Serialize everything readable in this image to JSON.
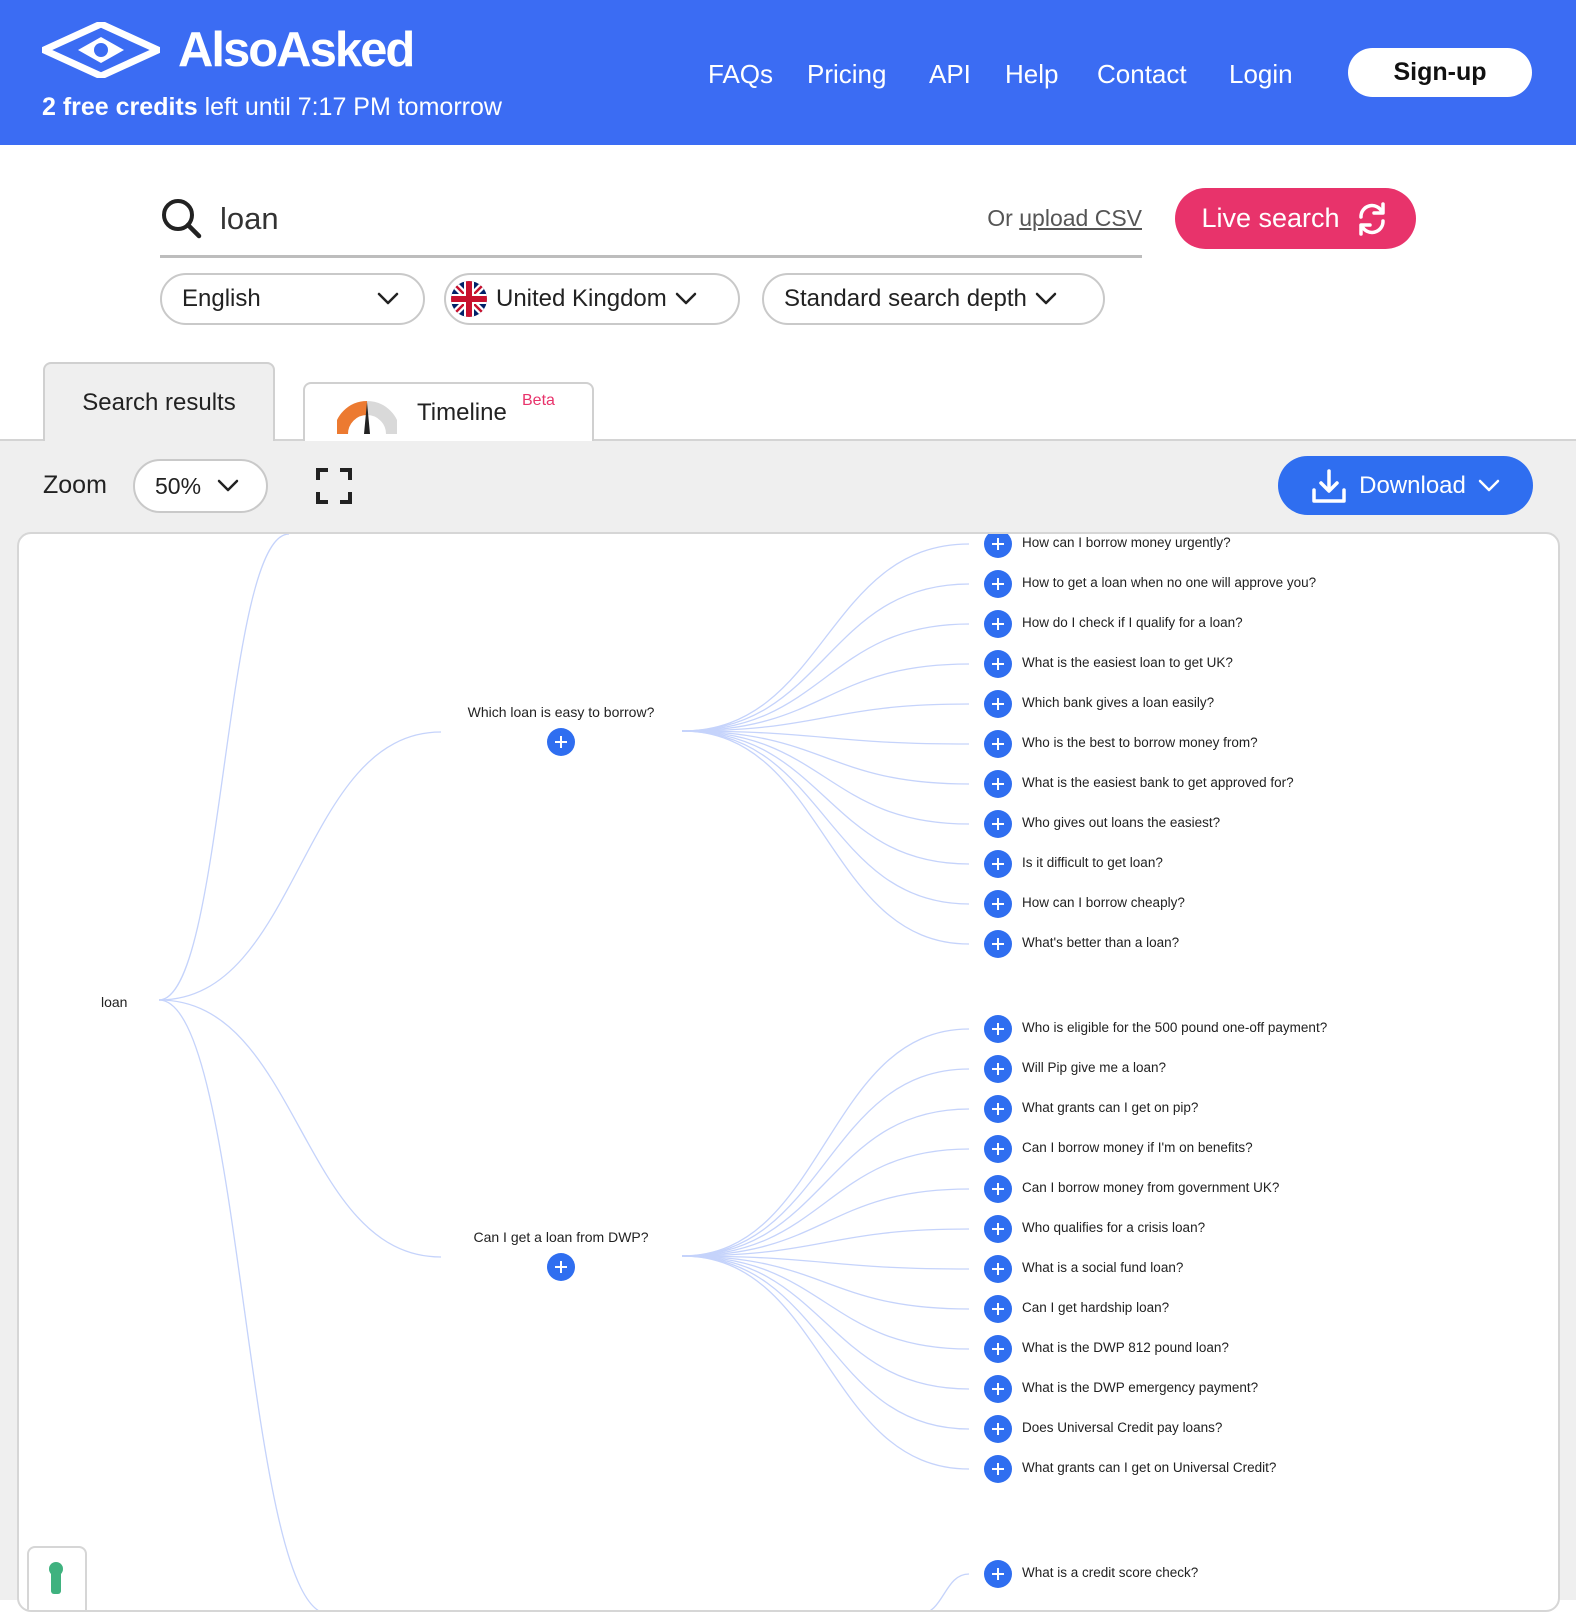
{
  "header": {
    "brand": "AlsoAsked",
    "credits_strong": "2 free credits",
    "credits_rest": " left until 7:17 PM tomorrow",
    "nav": [
      "FAQs",
      "Pricing",
      "API",
      "Help",
      "Contact",
      "Login"
    ],
    "signup_label": "Sign-up"
  },
  "search": {
    "value": "loan",
    "or_text": "Or ",
    "upload_link": "upload CSV",
    "live_search_label": "Live search",
    "language": "English",
    "country": "United Kingdom",
    "depth": "Standard search depth"
  },
  "tabs": {
    "results": "Search results",
    "timeline": "Timeline",
    "timeline_badge": "Beta"
  },
  "toolbar": {
    "zoom_label": "Zoom",
    "zoom_value": "50%",
    "download_label": "Download"
  },
  "tree": {
    "root": "loan",
    "branches": [
      {
        "question": "Which loan is easy to borrow?",
        "children": [
          "How can I borrow money urgently?",
          "How to get a loan when no one will approve you?",
          "How do I check if I qualify for a loan?",
          "What is the easiest loan to get UK?",
          "Which bank gives a loan easily?",
          "Who is the best to borrow money from?",
          "What is the easiest bank to get approved for?",
          "Who gives out loans the easiest?",
          "Is it difficult to get loan?",
          "How can I borrow cheaply?",
          "What's better than a loan?"
        ]
      },
      {
        "question": "Can I get a loan from DWP?",
        "children": [
          "Who is eligible for the 500 pound one-off payment?",
          "Will Pip give me a loan?",
          "What grants can I get on pip?",
          "Can I borrow money if I'm on benefits?",
          "Can I borrow money from government UK?",
          "Who qualifies for a crisis loan?",
          "What is a social fund loan?",
          "Can I get hardship loan?",
          "What is the DWP 812 pound loan?",
          "What is the DWP emergency payment?",
          "Does Universal Credit pay loans?",
          "What grants can I get on Universal Credit?"
        ]
      }
    ],
    "partial_leaf": "What is a credit score check?"
  },
  "colors": {
    "brand_blue": "#3b6cf3",
    "live_search_pink": "#e8336b",
    "node_blue": "#2f6ef0",
    "link_blue": "#c5d3fb"
  }
}
